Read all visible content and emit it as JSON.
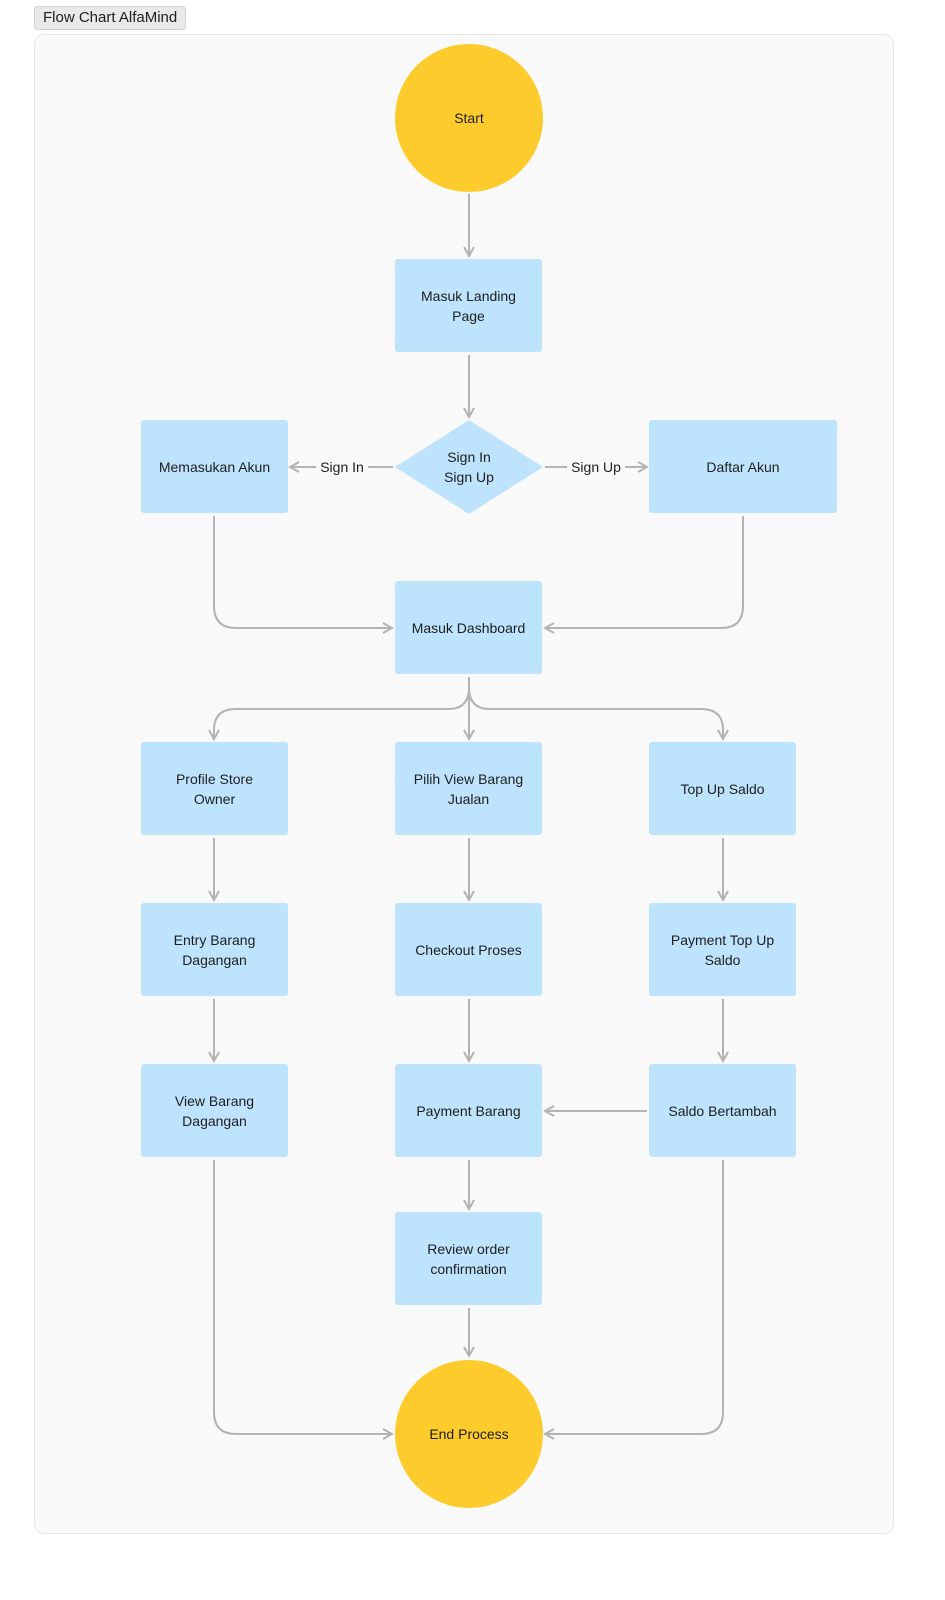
{
  "frame": {
    "title": "Flow Chart AlfaMind"
  },
  "colors": {
    "process": "#bde3fd",
    "terminal": "#fdcb2c",
    "connector": "#b3b3b3",
    "canvas": "#f9f9f9"
  },
  "nodes": {
    "start": "Start",
    "landing": "Masuk Landing\nPage",
    "decision": "Sign In\nSign Up",
    "memasukan_akun": "Memasukan Akun",
    "daftar_akun": "Daftar Akun",
    "dashboard": "Masuk Dashboard",
    "profile": "Profile Store\nOwner",
    "pilih_view": "Pilih View Barang\nJualan",
    "top_up": "Top Up Saldo",
    "entry": "Entry Barang\nDagangan",
    "checkout": "Checkout Proses",
    "payment_top_up": "Payment Top Up\nSaldo",
    "view_barang": "View Barang\nDagangan",
    "payment_barang": "Payment Barang",
    "saldo": "Saldo Bertambah",
    "review": "Review order\nconfirmation",
    "end": "End Process"
  },
  "edge_labels": {
    "sign_in": "Sign In",
    "sign_up": "Sign Up"
  }
}
